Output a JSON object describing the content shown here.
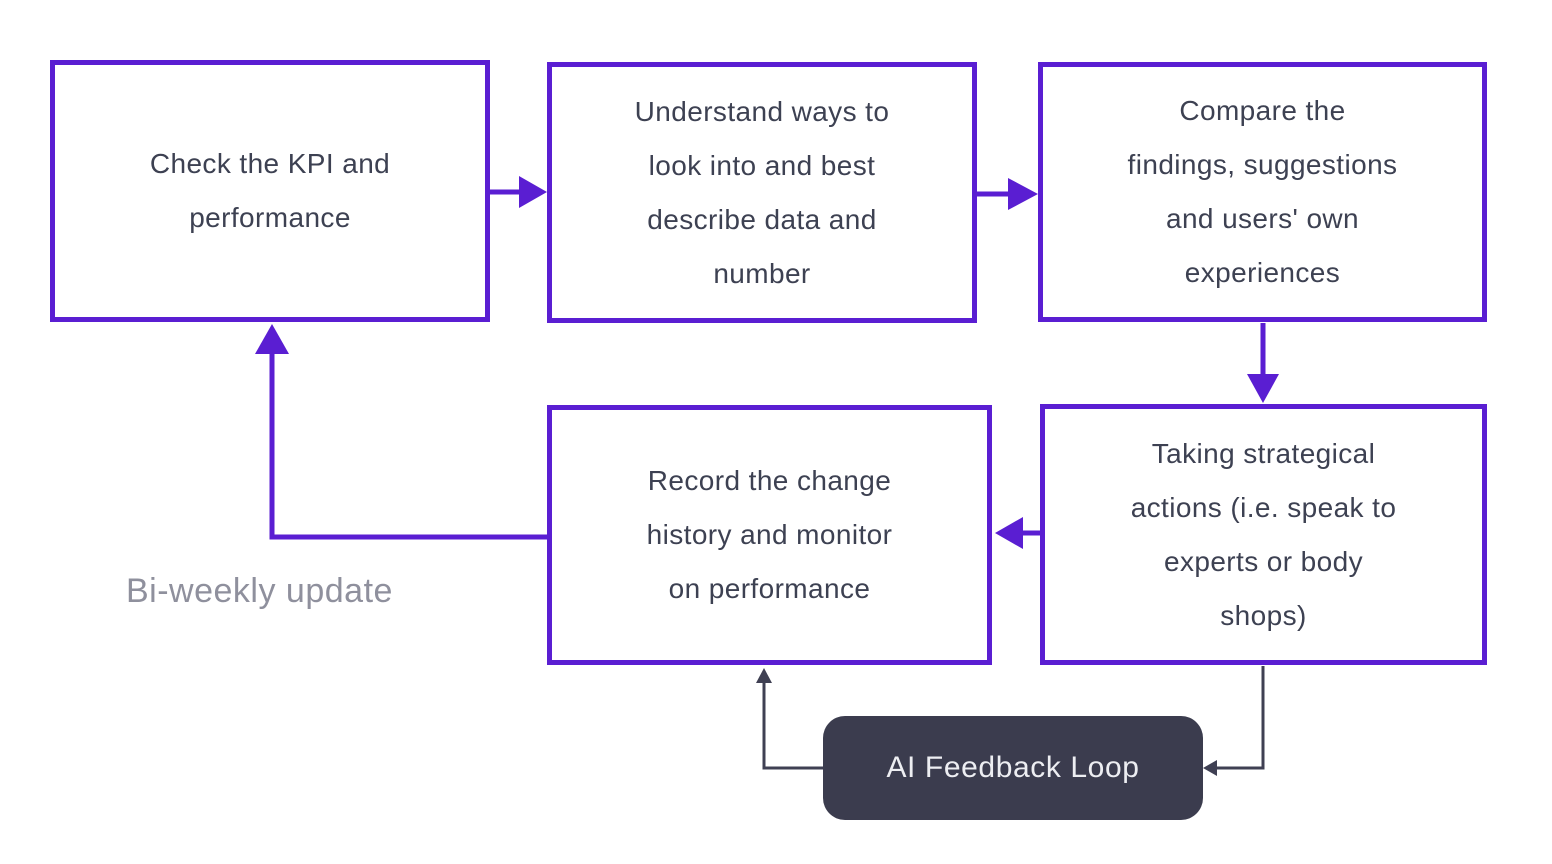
{
  "diagram": {
    "title": "KPI monitoring AI feedback loop flowchart",
    "nodes": {
      "check_kpi": {
        "label": "Check the KPI and\nperformance"
      },
      "understand_ways": {
        "label": "Understand ways to\nlook into and best\ndescribe data and\nnumber"
      },
      "compare_findings": {
        "label": "Compare the\nfindings, suggestions\nand users' own\nexperiences"
      },
      "taking_actions": {
        "label": "Taking strategical\nactions (i.e. speak to\nexperts or body\nshops)"
      },
      "record_history": {
        "label": "Record the change\nhistory and monitor\non performance"
      },
      "ai_feedback": {
        "label": "AI Feedback Loop"
      }
    },
    "edge_labels": {
      "biweekly": "Bi-weekly update"
    },
    "edges": [
      {
        "from": "check_kpi",
        "to": "understand_ways"
      },
      {
        "from": "understand_ways",
        "to": "compare_findings"
      },
      {
        "from": "compare_findings",
        "to": "taking_actions"
      },
      {
        "from": "taking_actions",
        "to": "record_history"
      },
      {
        "from": "record_history",
        "to": "check_kpi",
        "label": "Bi-weekly update"
      },
      {
        "from": "taking_actions",
        "to": "ai_feedback"
      },
      {
        "from": "ai_feedback",
        "to": "record_history"
      }
    ],
    "colors": {
      "primary": "#5a1ed2",
      "dark": "#3b3c4e",
      "node_text": "#3d4152",
      "muted_label": "#8f909d",
      "feedback_text": "#edeef2",
      "background": "#ffffff"
    }
  }
}
